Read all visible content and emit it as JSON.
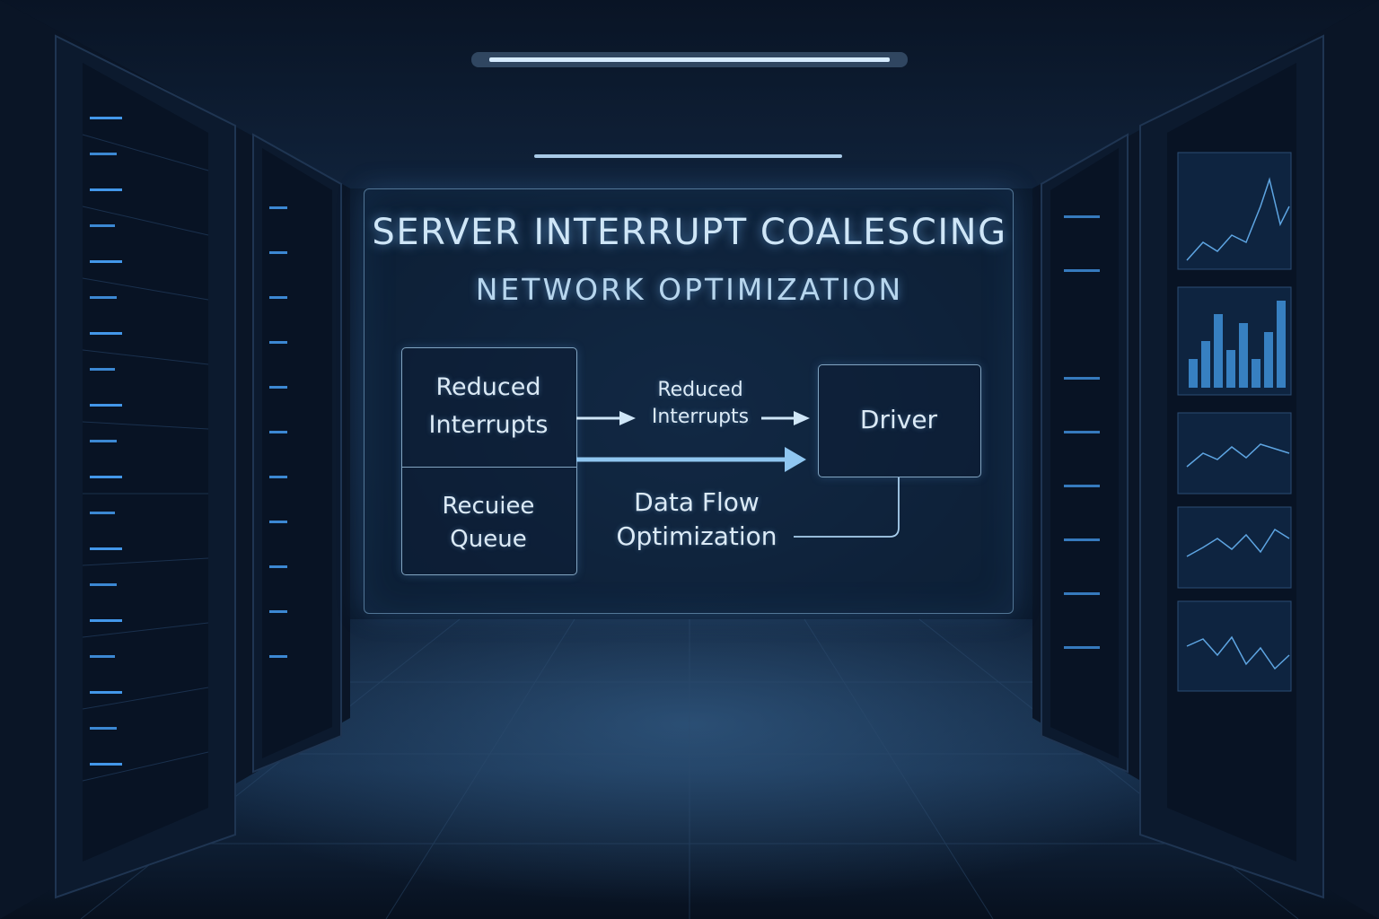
{
  "diagram": {
    "title": "SERVER INTERRUPT COALESCING",
    "subtitle": "NETWORK OPTIMIZATION",
    "nodes": {
      "reduced_interrupts": {
        "line1": "Reduced",
        "line2": "Interrupts"
      },
      "recuiee_queue": {
        "line1": "Recuiee",
        "line2": "Queue"
      },
      "driver": {
        "label": "Driver"
      }
    },
    "edges": {
      "reduced_interrupts_label": {
        "line1": "Reduced",
        "line2": "Interrupts"
      },
      "data_flow_label": {
        "line1": "Data Flow",
        "line2": "Optimization"
      }
    }
  },
  "colors": {
    "accent": "#5ab0ff",
    "panel_border": "#8cbee6",
    "text": "#dbeaf6",
    "background": "#050c18"
  }
}
